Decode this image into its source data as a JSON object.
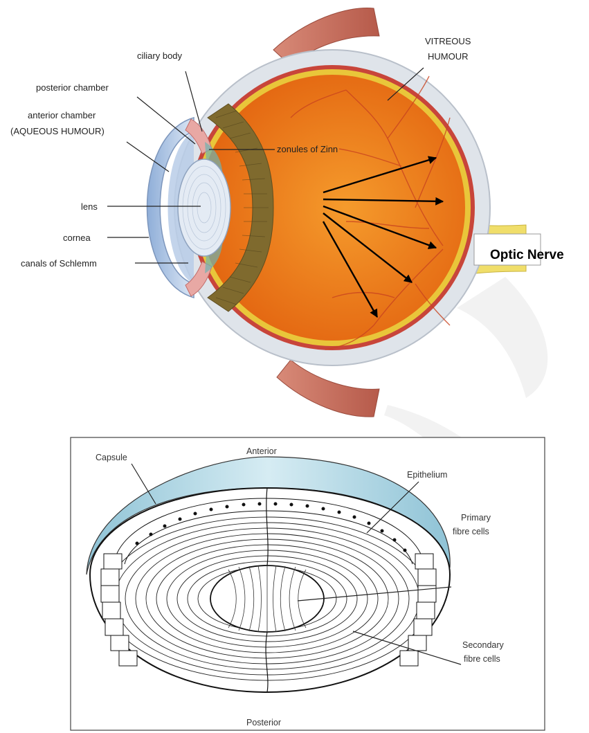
{
  "eye_diagram": {
    "labels": {
      "ciliary_body": "ciliary body",
      "posterior_chamber": "posterior chamber",
      "anterior_chamber": "anterior chamber",
      "aqueous_humour": "(AQUEOUS HUMOUR)",
      "lens": "lens",
      "cornea": "cornea",
      "canals_of_schlemm": "canals of Schlemm",
      "zonules_of_zinn": "zonules of Zinn",
      "vitreous_line1": "VITREOUS",
      "vitreous_line2": "HUMOUR",
      "optic_nerve": "Optic Nerve"
    },
    "colors": {
      "sclera": "#dfe4ea",
      "retina": "#e9c63a",
      "vitreous": "#ee7a1a",
      "cornea": "#b9cde8",
      "muscle": "#c97b6a",
      "optic_nerve": "#f0de6a"
    }
  },
  "lens_diagram": {
    "labels": {
      "anterior": "Anterior",
      "posterior": "Posterior",
      "capsule": "Capsule",
      "epithelium": "Epithelium",
      "primary_line1": "Primary",
      "primary_line2": "fibre cells",
      "secondary_line1": "Secondary",
      "secondary_line2": "fibre cells"
    },
    "colors": {
      "capsule": "#b7dbe8",
      "frame": "#444444"
    }
  }
}
